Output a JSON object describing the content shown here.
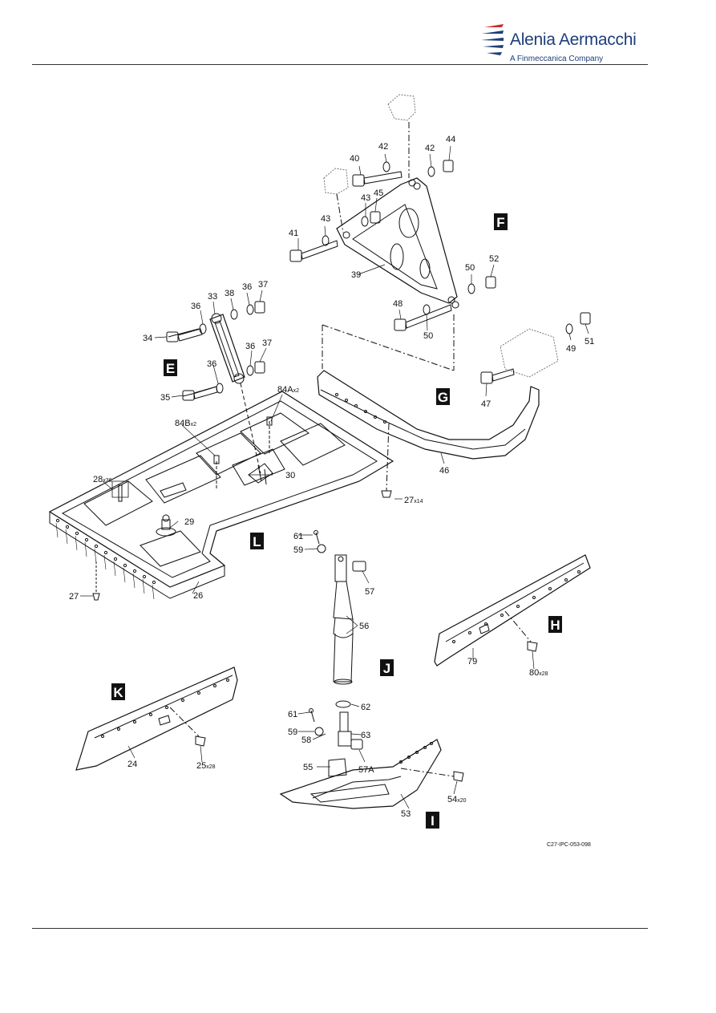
{
  "header": {
    "brand_name": "Alenia Aermacchi",
    "brand_sub": "A Finmeccanica Company",
    "brand_color": "#1e3e7a",
    "accent_color": "#cf2a2a"
  },
  "figure": {
    "reference": "C27-IPC-053-098",
    "views": [
      "E",
      "F",
      "G",
      "H",
      "I",
      "J",
      "K",
      "L"
    ],
    "items": {
      "i24": "24",
      "i25": "25",
      "i25q": "x28",
      "i26": "26",
      "i27a": "27",
      "i27b": "27",
      "i27bq": "x14",
      "i28": "28",
      "i28q": "x36",
      "i29": "29",
      "i30": "30",
      "i33": "33",
      "i34": "34",
      "i35": "35",
      "i36a": "36",
      "i36b": "36",
      "i36c": "36",
      "i36d": "36",
      "i37a": "37",
      "i37b": "37",
      "i38": "38",
      "i39": "39",
      "i40": "40",
      "i41": "41",
      "i42a": "42",
      "i42b": "42",
      "i43a": "43",
      "i43b": "43",
      "i44": "44",
      "i45": "45",
      "i46": "46",
      "i47": "47",
      "i48": "48",
      "i49": "49",
      "i50a": "50",
      "i50b": "50",
      "i51": "51",
      "i52": "52",
      "i53": "53",
      "i54": "54",
      "i54q": "x20",
      "i55": "55",
      "i56": "56",
      "i57": "57",
      "i57A": "57A",
      "i58": "58",
      "i59a": "59",
      "i59b": "59",
      "i61a": "61",
      "i61b": "61",
      "i62": "62",
      "i63": "63",
      "i79": "79",
      "i80": "80",
      "i80q": "x28",
      "i84A": "84A",
      "i84Aq": "x2",
      "i84B": "84B",
      "i84Bq": "x2"
    }
  }
}
